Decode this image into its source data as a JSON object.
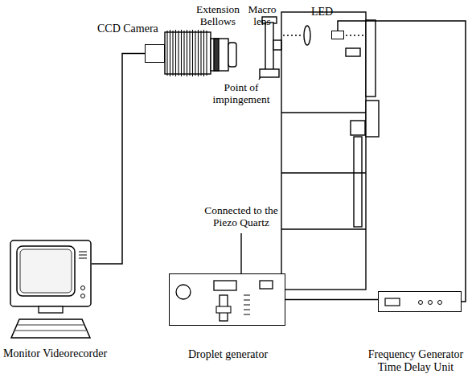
{
  "diagram": {
    "nodes": [
      {
        "text": [
          "CCD Camera"
        ]
      },
      {
        "text": [
          "LED"
        ]
      },
      {
        "text": [
          "Monitor Videorecorder"
        ]
      },
      {
        "text": [
          "Droplet generator"
        ]
      },
      {
        "text": [
          "Frequency Generator Time Delay Unit"
        ]
      }
    ],
    "edges": [
      {
        "from": 0,
        "to": 2,
        "arrow": "none"
      },
      {
        "from": 3,
        "to": 4,
        "arrow": "none"
      },
      {
        "from": 4,
        "to": 1,
        "arrow": "none"
      }
    ],
    "labels": [
      "Extension Bellows",
      "Macro lens",
      "Point of impingement",
      "Connected to the Piezo Quartz"
    ]
  }
}
